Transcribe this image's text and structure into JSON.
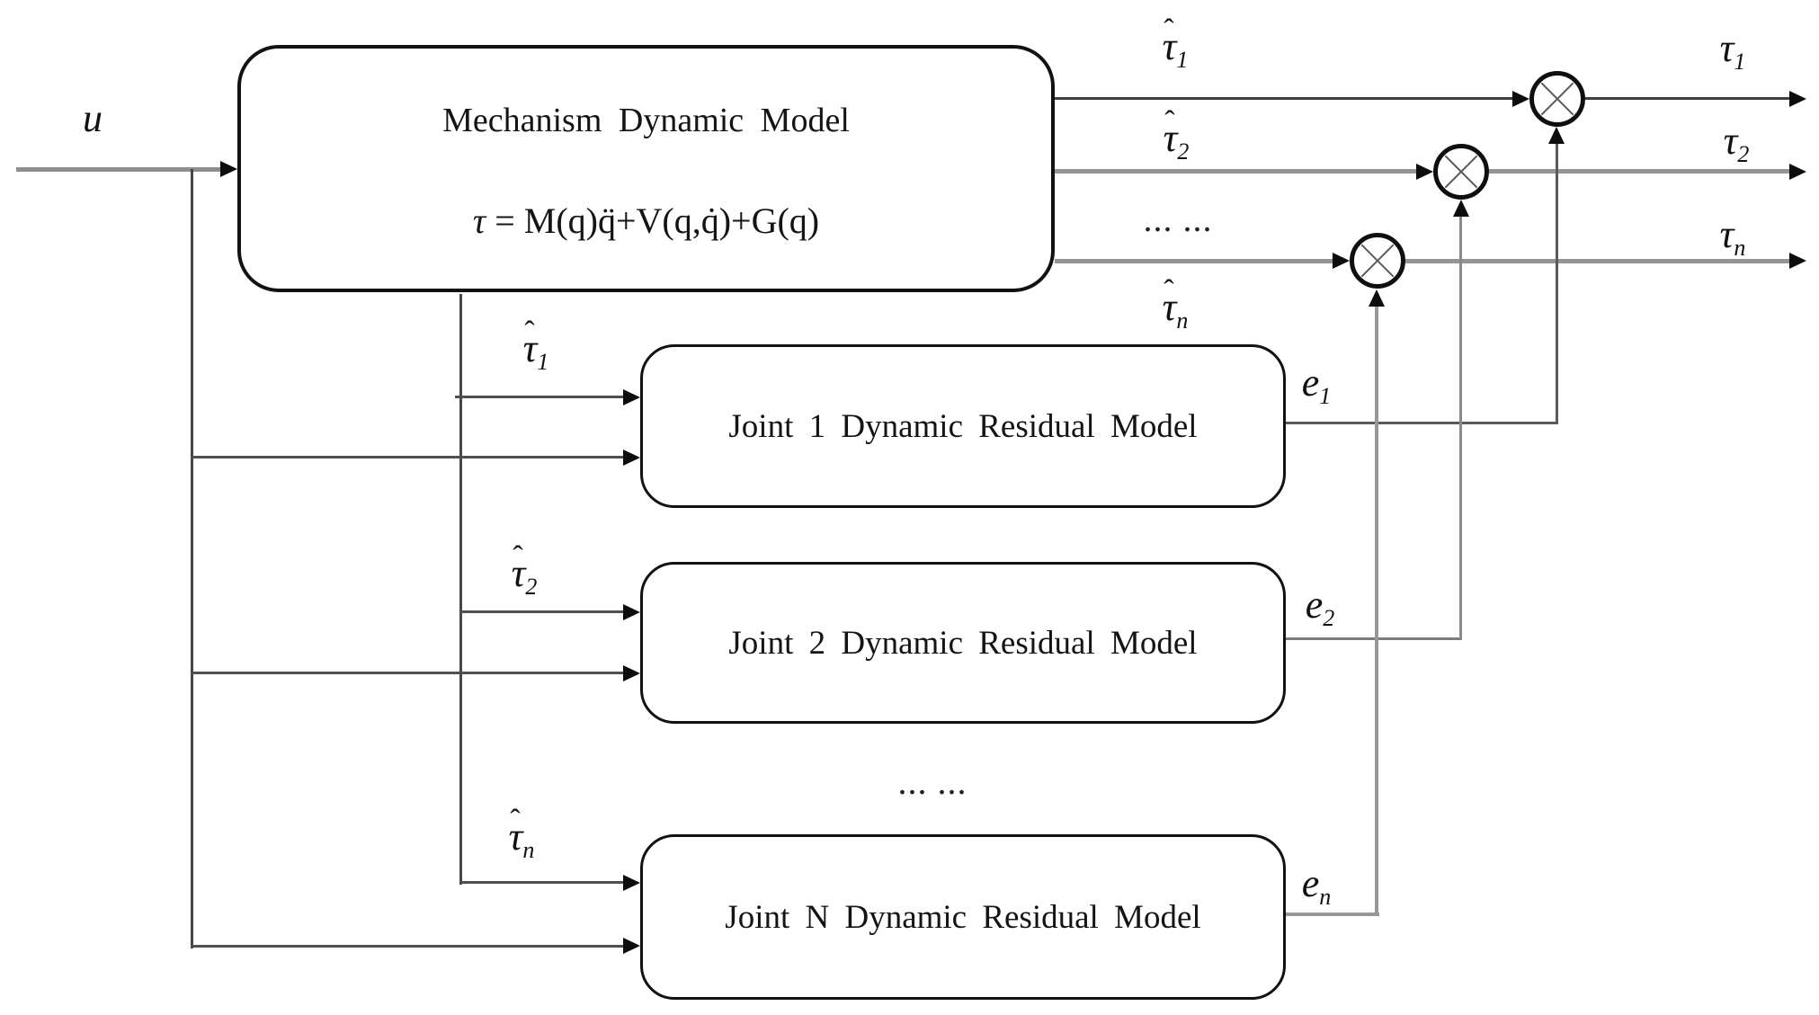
{
  "diagram": {
    "input": {
      "label": "u"
    },
    "main_block": {
      "title": "Mechanism Dynamic Model",
      "equation_lhs": "τ",
      "equation_rhs": " = M(q)q̈+V(q,q̇)+G(q)"
    },
    "tau_hat_labels": [
      {
        "base": "τ",
        "hat": "ˆ",
        "sub": "1"
      },
      {
        "base": "τ",
        "hat": "ˆ",
        "sub": "2"
      },
      {
        "base": "τ",
        "hat": "ˆ",
        "sub": "n"
      }
    ],
    "tau_out_labels": [
      {
        "base": "τ",
        "sub": "1"
      },
      {
        "base": "τ",
        "sub": "2"
      },
      {
        "base": "τ",
        "sub": "n"
      }
    ],
    "e_labels": [
      {
        "base": "e",
        "sub": "1"
      },
      {
        "base": "e",
        "sub": "2"
      },
      {
        "base": "e",
        "sub": "n"
      }
    ],
    "joint_blocks": [
      {
        "label": "Joint 1 Dynamic Residual Model"
      },
      {
        "label": "Joint 2 Dynamic Residual Model"
      },
      {
        "label": "Joint N Dynamic Residual Model"
      }
    ],
    "ellipsis": "... ...",
    "junction_icon": "circle-cross-sum-junction"
  }
}
